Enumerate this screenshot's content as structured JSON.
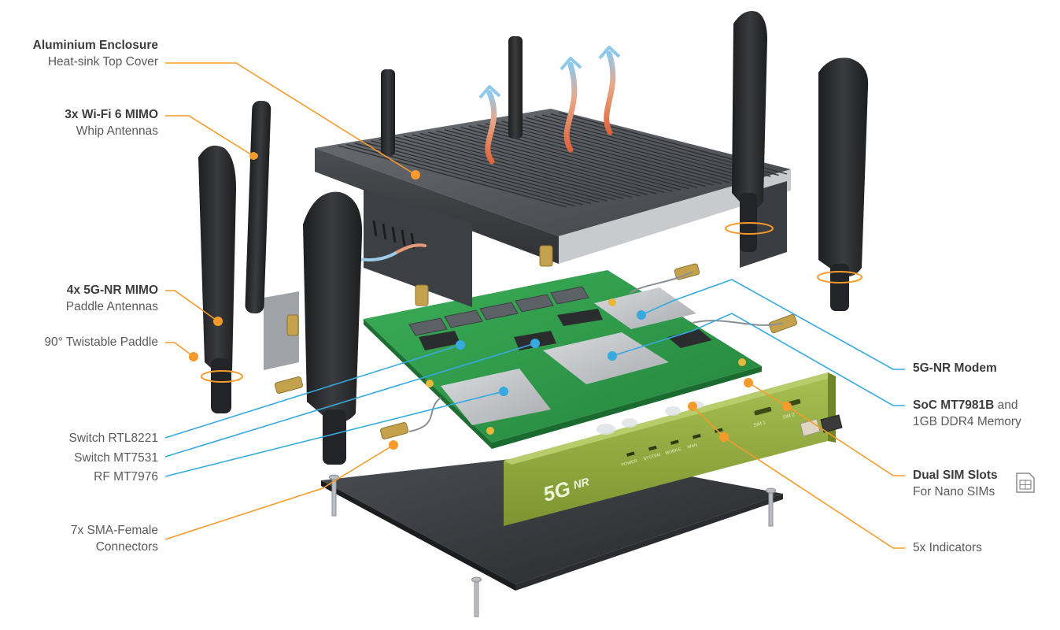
{
  "labels": {
    "enclosure": {
      "title": "Aluminium Enclosure",
      "subtitle": "Heat-sink Top Cover"
    },
    "wifi": {
      "title": "3x Wi-Fi 6 MIMO",
      "subtitle": "Whip Antennas"
    },
    "paddle": {
      "title": "4x 5G-NR MIMO",
      "subtitle": "Paddle Antennas"
    },
    "twist": {
      "text": "90° Twistable Paddle"
    },
    "rtl8221": {
      "text": "Switch RTL8221"
    },
    "mt7531": {
      "text": "Switch MT7531"
    },
    "mt7976": {
      "text": "RF MT7976"
    },
    "sma": {
      "line1": "7x SMA-Female",
      "line2": "Connectors"
    },
    "modem": {
      "title": "5G-NR Modem"
    },
    "soc": {
      "title": "SoC MT7981B",
      "suffix": " and",
      "subtitle": "1GB DDR4 Memory"
    },
    "sim": {
      "title": "Dual SIM Slots",
      "subtitle": "For Nano SIMs"
    },
    "indicators": {
      "text": "5x Indicators"
    }
  },
  "front_panel": {
    "leds": [
      "POWER",
      "SYSTEM",
      "MOBILE",
      "WAN"
    ],
    "sim_slots": [
      "SIM 1",
      "SIM 2"
    ],
    "logo_5g": "5G",
    "logo_nr": "NR"
  },
  "colors": {
    "orange_callout": "#f59a2b",
    "blue_callout": "#36a9df",
    "pcb_green": "#2e9a4a",
    "enclosure_gray": "#55585c",
    "front_panel_olive": "#8ea83a",
    "antenna_black": "#2b2c2e"
  }
}
